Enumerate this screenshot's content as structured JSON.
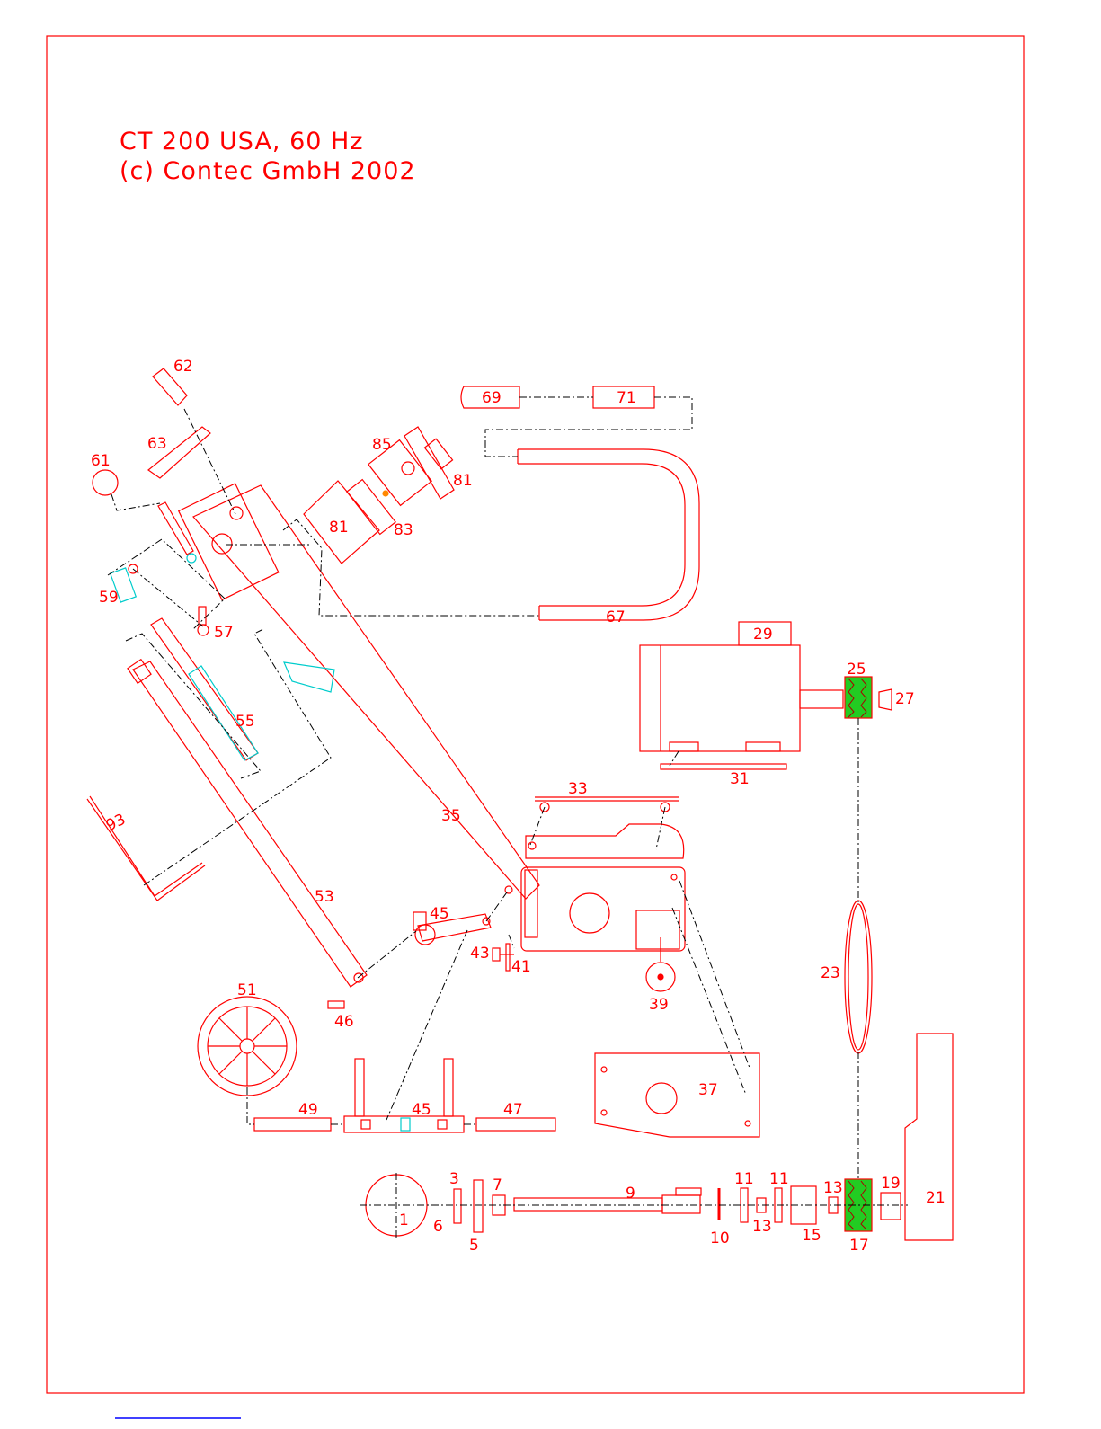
{
  "title": {
    "line1": "CT 200 USA, 60 Hz",
    "line2": "(c) Contec GmbH 2002"
  },
  "parts": {
    "p1": "1",
    "p3": "3",
    "p5": "5",
    "p6": "6",
    "p7": "7",
    "p9": "9",
    "p10": "10",
    "p11a": "11",
    "p11b": "11",
    "p13a": "13",
    "p13b": "13",
    "p15": "15",
    "p17": "17",
    "p19": "19",
    "p21": "21",
    "p23": "23",
    "p25": "25",
    "p27": "27",
    "p29": "29",
    "p31": "31",
    "p33": "33",
    "p35": "35",
    "p37": "37",
    "p39": "39",
    "p41": "41",
    "p43": "43",
    "p45a": "45",
    "p45b": "45",
    "p46": "46",
    "p47": "47",
    "p49": "49",
    "p51": "51",
    "p53": "53",
    "p55": "55",
    "p57": "57",
    "p59": "59",
    "p61": "61",
    "p62": "62",
    "p63": "63",
    "p67": "67",
    "p69": "69",
    "p71": "71",
    "p81a": "81",
    "p81b": "81",
    "p83": "83",
    "p85": "85",
    "p93": "93"
  },
  "colors": {
    "line": "#ff0000",
    "pulley": "#22cc22",
    "accent": "#00cccc",
    "dash": "#000000"
  }
}
